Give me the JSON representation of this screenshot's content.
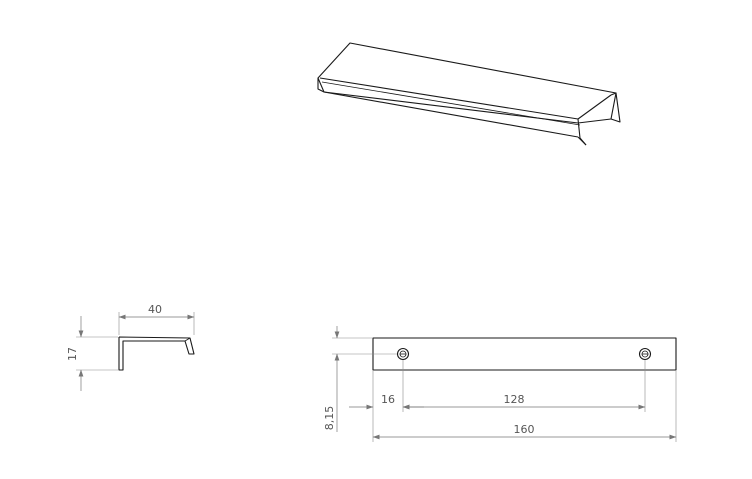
{
  "dimensions": {
    "profile_width": "40",
    "profile_height": "17",
    "hole_offset": "16",
    "hole_spacing": "128",
    "overall_length": "160",
    "hole_height": "8,15"
  }
}
